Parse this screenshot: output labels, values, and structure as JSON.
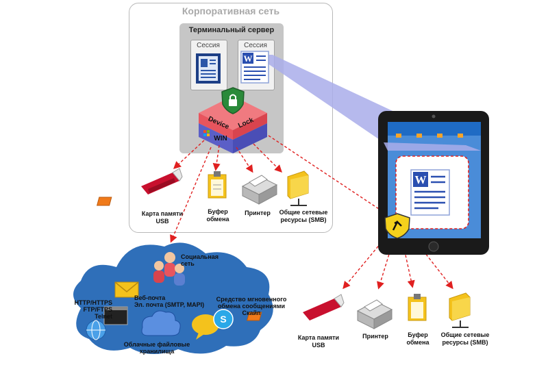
{
  "corporate_network": {
    "title": "Корпоративная сеть"
  },
  "terminal_server": {
    "title": "Терминальный сервер",
    "sessions": [
      {
        "label": "Сессия"
      },
      {
        "label": "Сессия"
      }
    ]
  },
  "devicelock": {
    "word1": "Device",
    "word2": "Lock",
    "os": "WIN"
  },
  "server_devices": [
    {
      "label": "Карта памяти\nUSB",
      "icon": "usb-drive-icon"
    },
    {
      "label": "Буфер\nобмена",
      "icon": "clipboard-icon"
    },
    {
      "label": "Принтер",
      "icon": "printer-icon"
    },
    {
      "label": "Общие сетевые\nресурсы (SMB)",
      "icon": "network-folder-icon"
    }
  ],
  "cloud": {
    "social": "Социальная\nсеть",
    "webmail": "Веб-почта\nЭл. почта (SMTP, MAPI)",
    "protocols": "HTTP/HTTPS\nFTP/FTPS\nTelnet",
    "im": "Средство мгновенного\nобмена сообщениями\nСкайп",
    "storage": "Облачные файловые\nхранилища"
  },
  "tablet_devices": [
    {
      "label": "Карта памяти\nUSB",
      "icon": "usb-drive-icon"
    },
    {
      "label": "Принтер",
      "icon": "printer-icon"
    },
    {
      "label": "Буфер\nобмена",
      "icon": "clipboard-icon"
    },
    {
      "label": "Общие сетевые\nресурсы (SMB)",
      "icon": "network-folder-icon"
    }
  ],
  "colors": {
    "arrow": "#e02020",
    "beam": "#9fa3e6",
    "devicelock_red": "#e8555e",
    "devicelock_blue": "#5b5fc7",
    "cloud": "#2f6fb9",
    "shield_yellow": "#f4d11c"
  }
}
